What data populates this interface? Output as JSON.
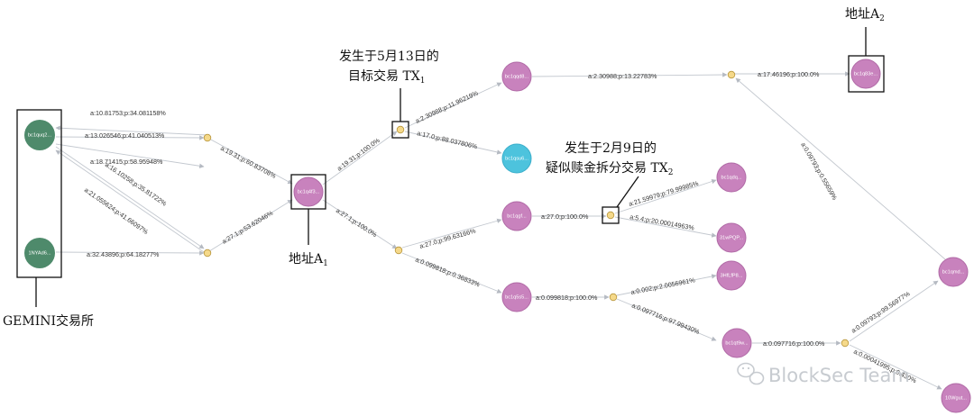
{
  "colors": {
    "exchange_node": "#4e8a6b",
    "address_node": "#c882bd",
    "address_stroke": "#b06aa6",
    "highlight_node": "#4dc3dd",
    "tx_node": "#f5d98a",
    "edge": "#c3c8cf"
  },
  "nodes": {
    "gemini1": {
      "label": "bc1quq2..."
    },
    "gemini2": {
      "label": "1NYAd6..."
    },
    "a1": {
      "label": "bc1q4f3..."
    },
    "n_qqd": {
      "label": "bc1qqd8..."
    },
    "n_cyan": {
      "label": "bc1qsu6..."
    },
    "n_qgf": {
      "label": "bc1qgf..."
    },
    "n_5s": {
      "label": "bc1q5s5..."
    },
    "n_lqdq": {
      "label": "bc1qdq..."
    },
    "n_31": {
      "label": "31wPQP..."
    },
    "n_3h": {
      "label": "3HfLfP8..."
    },
    "n_t9w": {
      "label": "bc1qt9w..."
    },
    "a2": {
      "label": "bc1q83e..."
    },
    "n_md": {
      "label": "bc1qmd..."
    },
    "n_10w": {
      "label": "10Wgut..."
    }
  },
  "edges": {
    "e1": "a:10.81753;p:34.081158%",
    "e2": "a:13.026546;p:41.040513%",
    "e3": "a:18.71415;p:58.95948%",
    "e4": "a:16.10258;p:35.81722%",
    "e5": "a:21.055624;p:41.66097%",
    "e6": "a:32.43896;p:64.18277%",
    "e7": "a:19.31;p:60.83708%",
    "e8": "a:27.1;p:53.62046%",
    "e9": "a:19.31;p:100.0%",
    "e10": "a:27.1;p:100.0%",
    "e11": "a:2.30988;p:11.96219%",
    "e12": "a:17.0;p:88.037806%",
    "e13": "a:2.30988;p:13.22783%",
    "e14": "a:17.46196;p:100.0%",
    "e15": "a:27.0;p:99.63166%",
    "e16": "a:0.099818;p:0.36833%",
    "e17": "a:27.0;p:100.0%",
    "e18": "a:21.59979;p:79.99985%",
    "e19": "a:5.4;p:20.00014963%",
    "e20": "a:0.099818;p:100.0%",
    "e21": "a:0.002;p:2.0056961%",
    "e22": "a:0.097716;p:97.99430%",
    "e23": "a:0.097716;p:100.0%",
    "e24": "a:0.09793;p:99.56977%",
    "e25": "a:0.00041995;p:0.430%",
    "e26": "a:0.09793;p:0.55659%"
  },
  "annotations": {
    "gemini": "GEMINI交易所",
    "addr_a1": "地址A",
    "addr_a1_sub": "1",
    "addr_a2": "地址A",
    "addr_a2_sub": "2",
    "tx1_line1": "发生于5月13日的",
    "tx1_line2": "目标交易 TX",
    "tx1_sub": "1",
    "tx2_line1": "发生于2月9日的",
    "tx2_line2": "疑似赎金拆分交易 TX",
    "tx2_sub": "2"
  },
  "watermark": "BlockSec Team"
}
